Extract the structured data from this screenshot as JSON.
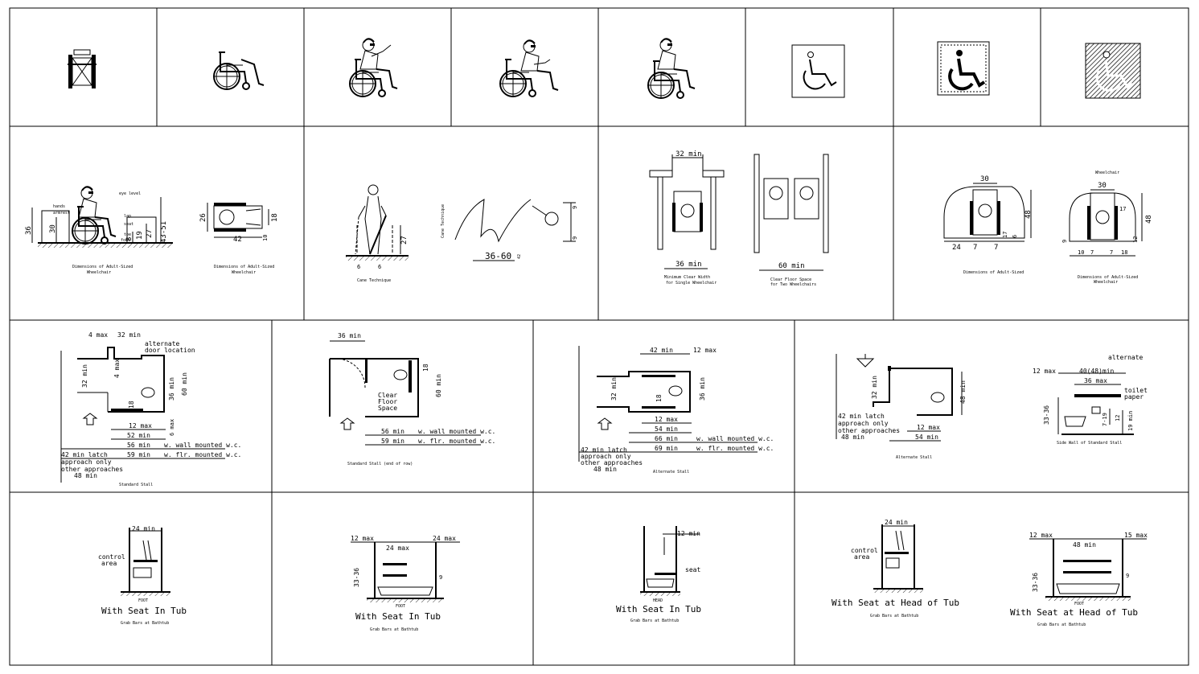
{
  "symbols": {
    "wheelchair_front": "wheelchair-front-icon",
    "wheelchair_side": "wheelchair-side-icon",
    "person_pointing": "wheelchair-user-pointing-icon",
    "person_reading": "wheelchair-user-reading-icon",
    "person_side": "wheelchair-user-side-icon",
    "isa_outline": "accessibility-sign-outline-icon",
    "isa_bold": "accessibility-sign-bold-icon",
    "isa_hatched": "accessibility-sign-hatched-icon"
  },
  "row2": {
    "adult_side": {
      "eye_level": "eye level",
      "hands": "hands",
      "armrest": "armrest",
      "lap": "lap",
      "seat": "seat",
      "toe": "toe",
      "foot": "foot",
      "d36": "36",
      "d30": "30",
      "d27": "27",
      "d19": "19",
      "d8": "8",
      "d4351": "43-51",
      "caption_l1": "Dimensions of Adult-Sized",
      "caption_l2": "Wheelchair"
    },
    "adult_top": {
      "d26": "26",
      "d18": "18",
      "d42": "42",
      "d10": "10",
      "caption_l1": "Dimensions of Adult-Sized",
      "caption_l2": "Wheelchair"
    },
    "cane": {
      "d27": "27",
      "d6a": "6",
      "d6b": "6",
      "caption": "Cane Technique",
      "d3660": "36-60",
      "label_side": "Cane Technique",
      "d9a": "9",
      "d9b": "9",
      "d42": "42"
    },
    "clear_width": {
      "d32": "32 min",
      "d36": "36 min",
      "caption_l1": "Minimum Clear Width",
      "caption_l2": "for Single Wheelchair",
      "d60": "60 min",
      "caption2_l1": "Clear Floor Space",
      "caption2_l2": "for Two Wheelchairs"
    },
    "adult_plan": {
      "d30": "30",
      "d48": "48",
      "d24": "24",
      "d7a": "7",
      "d7b": "7",
      "d17": "17",
      "d6": "6",
      "caption": "Dimensions of Adult-Sized",
      "title": "Wheelchair",
      "e30": "30",
      "e48": "48",
      "e12": "12",
      "e17": "17",
      "e9": "9",
      "e10": "10",
      "e7a": "7",
      "e7b": "7",
      "e18": "18",
      "caption2_l1": "Dimensions of Adult-Sized",
      "caption2_l2": "Wheelchair"
    }
  },
  "row3": {
    "standard": {
      "d4max": "4 max",
      "d32min": "32 min",
      "alt_l1": "alternate",
      "alt_l2": "door location",
      "d32": "32 min",
      "d4": "4 max",
      "d60": "60 min",
      "d36": "36 min",
      "d18": "18",
      "d6": "6 max",
      "d12": "12 max",
      "d52": "52 min",
      "d56": "56 min",
      "d59": "59 min",
      "wall": "w. wall mounted w.c.",
      "floor": "w. flr. mounted w.c.",
      "latch_l1": "42 min latch",
      "latch_l2": "approach only",
      "latch_l3": "other approaches",
      "latch_l4": "48 min",
      "caption": "Standard Stall"
    },
    "standard_end": {
      "d36": "36 min",
      "d18": "18",
      "d60": "60 min",
      "clear_l1": "Clear",
      "clear_l2": "Floor",
      "clear_l3": "Space",
      "d56": "56 min",
      "d59": "59 min",
      "wall": "w. wall mounted w.c.",
      "floor": "w. flr. mounted w.c.",
      "caption": "Standard Stall (end of row)"
    },
    "alternate": {
      "d42": "42 min",
      "d12": "12 max",
      "d32": "32 min",
      "d18": "18",
      "d36": "36 min",
      "d12b": "12 max",
      "d54": "54 min",
      "d66": "66 min",
      "d69": "69 min",
      "wall": "w. wall mounted w.c.",
      "floor": "w. flr. mounted w.c.",
      "latch_l1": "42 min latch",
      "latch_l2": "approach only",
      "latch_l3": "other approaches",
      "latch_l4": "48 min",
      "caption": "Alternate Stall"
    },
    "alternate2": {
      "d32": "32 min",
      "d48": "48 min",
      "d12": "12 max",
      "d54": "54 min",
      "latch_l1": "42 min latch",
      "latch_l2": "approach only",
      "latch_l3": "other approaches",
      "latch_l4": "48 min",
      "caption": "Alternate Stall"
    },
    "side_wall": {
      "alternate": "alternate",
      "d12": "12 max",
      "d4048": "40(48)min",
      "d36": "36 max",
      "tp_l1": "toilet",
      "tp_l2": "paper",
      "d3336": "33-36",
      "d719": "7-19",
      "d12v": "12",
      "d19": "19 min",
      "caption": "Side Wall of Standard Stall"
    }
  },
  "row4": {
    "tub1": {
      "d24": "24 min",
      "control_l1": "control",
      "control_l2": "area",
      "foot": "FOOT",
      "title": "With Seat In Tub",
      "caption": "Grab Bars at Bathtub"
    },
    "tub2": {
      "d12": "12 max",
      "d24max": "24 max",
      "d24": "24 max",
      "d3336": "33-36",
      "d9": "9",
      "foot": "FOOT",
      "title": "With Seat In Tub",
      "caption": "Grab Bars at Bathtub"
    },
    "tub3": {
      "d12": "12 min",
      "seat": "seat",
      "head": "HEAD",
      "title": "With Seat In Tub",
      "caption": "Grab Bars at Bathtub"
    },
    "tub4": {
      "d24": "24 min",
      "control_l1": "control",
      "control_l2": "area",
      "title": "With Seat at Head of Tub",
      "caption": "Grab Bars at Bathtub"
    },
    "tub5": {
      "d12": "12 max",
      "d48": "48 min",
      "d15": "15 max",
      "d3336": "33-36",
      "d9": "9",
      "foot": "FOOT",
      "title": "With Seat at Head of Tub",
      "caption": "Grab Bars at Bathtub"
    }
  }
}
